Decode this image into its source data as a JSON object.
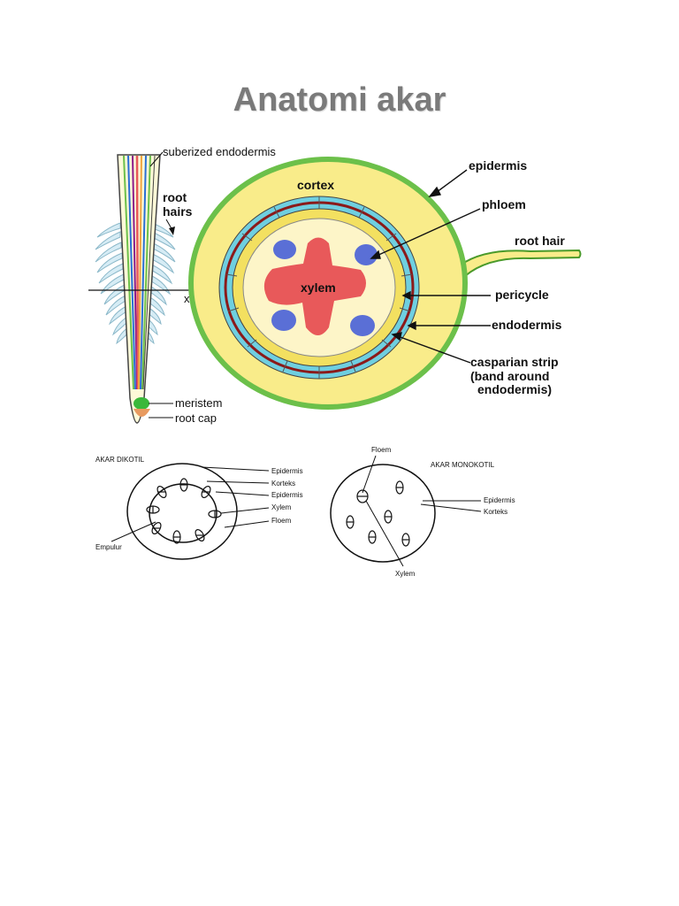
{
  "title": "Anatomi akar",
  "root_diagram": {
    "labels": {
      "suberized_endodermis": "suberized endodermis",
      "root_hairs_line1": "root",
      "root_hairs_line2": "hairs",
      "xs": "x.s.",
      "meristem": "meristem",
      "root_cap": "root cap",
      "cortex": "cortex",
      "xylem": "xylem",
      "epidermis": "epidermis",
      "phloem": "phloem",
      "root_hair": "root hair",
      "pericycle": "pericycle",
      "endodermis": "endodermis",
      "casparian_line1": "casparian strip",
      "casparian_line2": "(band around",
      "casparian_line3": "endodermis)"
    }
  },
  "dicot": {
    "heading": "AKAR DIKOTIL",
    "labels": [
      "Epidermis",
      "Korteks",
      "Epidermis",
      "Xylem",
      "Floem"
    ],
    "empulur": "Empulur"
  },
  "monocot": {
    "heading": "AKAR MONOKOTIL",
    "floem": "Floem",
    "xylem": "Xylem",
    "labels": [
      "Epidermis",
      "Korteks"
    ]
  },
  "colors": {
    "cortex": "#f9ec8a",
    "epidermis": "#6cc04a",
    "xylem": "#e8595a",
    "phloem": "#5a6fd6",
    "stele": "#fdf5c8",
    "endodermis_blue": "#6fcfe0",
    "casparian": "#8b1a1a",
    "title": "#7a7a7a"
  }
}
